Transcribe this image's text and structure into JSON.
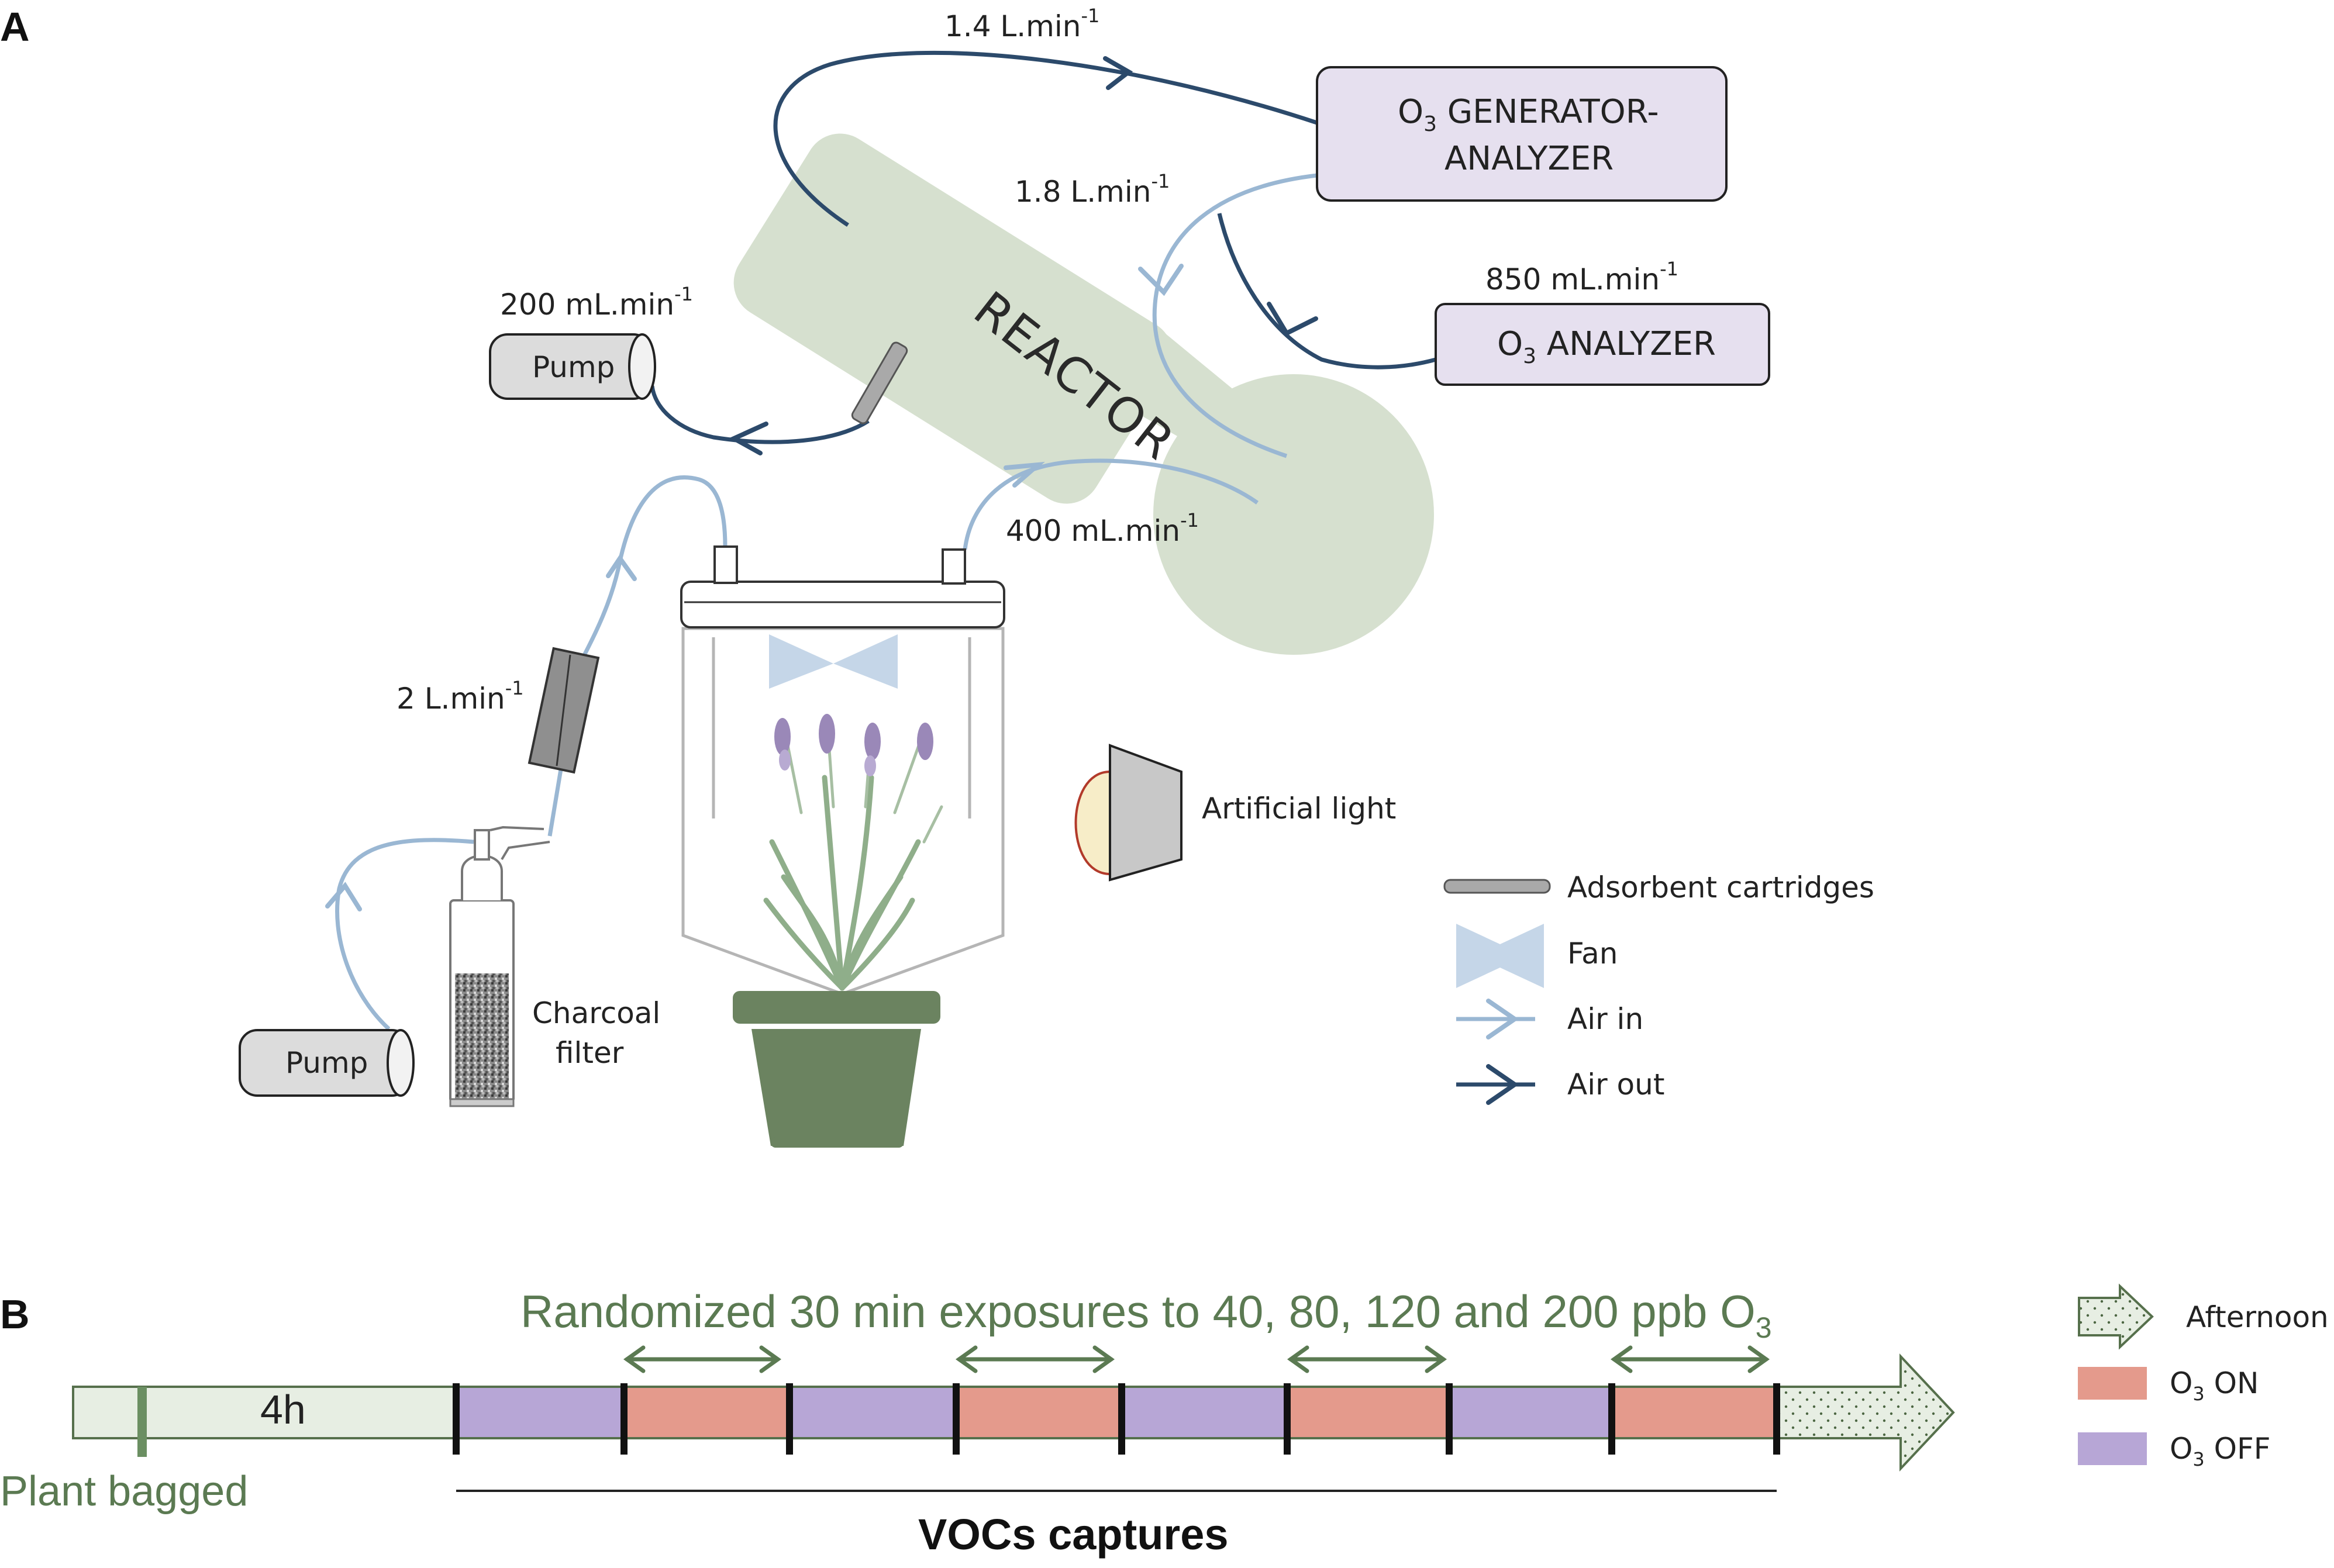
{
  "panels": {
    "a": "A",
    "b": "B"
  },
  "diagram_a": {
    "reactor": "REACTOR",
    "o3_generator": {
      "sym": "O",
      "sub": "3",
      "line1_rest": " GENERATOR-",
      "line2": "ANALYZER"
    },
    "o3_analyzer": {
      "sym": "O",
      "sub": "3",
      "rest": " ANALYZER"
    },
    "pump_top": "Pump",
    "pump_bottom": "Pump",
    "charcoal_filter": [
      "Charcoal",
      "filter"
    ],
    "artificial_light": "Artificial light",
    "flows": {
      "f1": {
        "base": "1.4 L.min",
        "exp": "-1"
      },
      "f2": {
        "base": "1.8 L.min",
        "exp": "-1"
      },
      "f3": {
        "base": "850 mL.min",
        "exp": "-1"
      },
      "f4": {
        "base": "200 mL.min",
        "exp": "-1"
      },
      "f5": {
        "base": "400 mL.min",
        "exp": "-1"
      },
      "f6": {
        "base": "2 L.min",
        "exp": "-1"
      }
    },
    "legend": {
      "adsorbent": "Adsorbent cartridges",
      "fan": "Fan",
      "air_in": "Air in",
      "air_out": "Air out"
    },
    "colors": {
      "air_in": "#9ab7d3",
      "air_out": "#2c4a6b",
      "reactor": "#d6e0cf",
      "box": "#e6e0ef",
      "pot": "#6b8360",
      "fan": "#c5d6e8"
    }
  },
  "timeline": {
    "title": {
      "text": "Randomized 30 min exposures to 40, 80, 120 and 200 ppb O",
      "sub": "3"
    },
    "pre_label": "4h",
    "plant_bagged": "Plant bagged",
    "vocs_captures": "VOCs captures",
    "segments": [
      "O3 OFF",
      "O3 ON",
      "O3 OFF",
      "O3 ON",
      "O3 OFF",
      "O3 ON",
      "O3 OFF",
      "O3 ON"
    ],
    "legend": {
      "afternoon": "Afternoon",
      "on": {
        "sym": "O",
        "sub": "3",
        "rest": " ON"
      },
      "off": {
        "sym": "O",
        "sub": "3",
        "rest": " OFF"
      }
    },
    "colors": {
      "on": "#e49a8c",
      "off": "#b7a6d6",
      "pre": "#e7eee3",
      "afternoon": "#e7eee3",
      "outline": "#56704c"
    }
  }
}
